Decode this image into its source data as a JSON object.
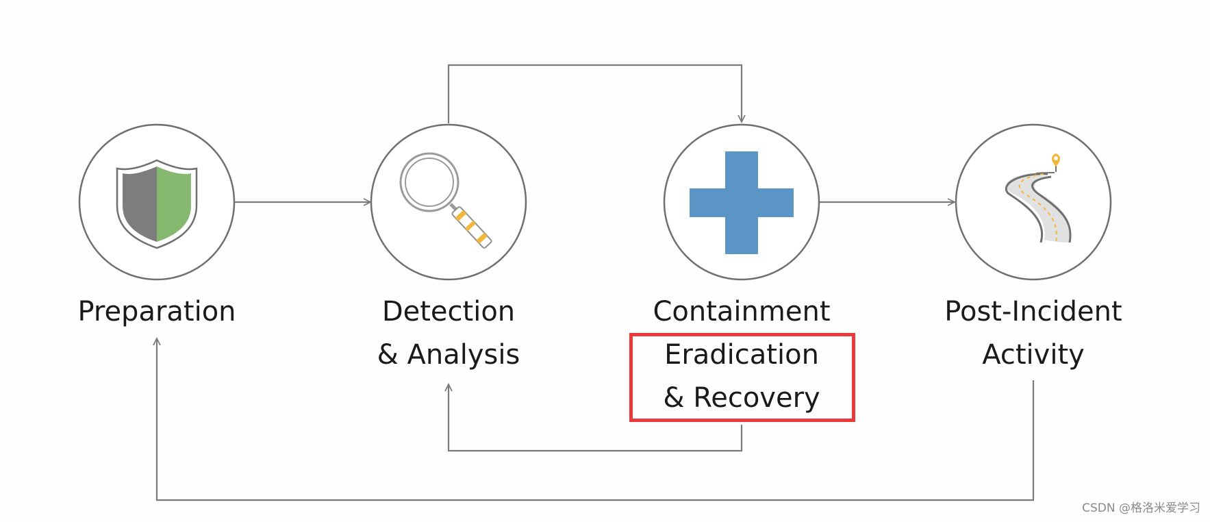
{
  "colors": {
    "line": "#7a7a7a",
    "circle_stroke": "#6f6f6f",
    "shield_gray": "#7d7d7d",
    "shield_green": "#86b86f",
    "cross_blue": "#5a95c6",
    "accent_yellow": "#f4b73c",
    "highlight_red": "#ec3a3c"
  },
  "stages": [
    {
      "icon": "shield-icon",
      "label_lines": [
        "Preparation"
      ]
    },
    {
      "icon": "magnifier-icon",
      "label_lines": [
        "Detection",
        "& Analysis"
      ]
    },
    {
      "icon": "plus-icon",
      "label_lines": [
        "Containment",
        "Eradication",
        "& Recovery"
      ],
      "highlighted_lines": [
        "Eradication",
        "& Recovery"
      ]
    },
    {
      "icon": "road-icon",
      "label_lines": [
        "Post-Incident",
        "Activity"
      ]
    }
  ],
  "watermark": "CSDN @格洛米爱学习"
}
